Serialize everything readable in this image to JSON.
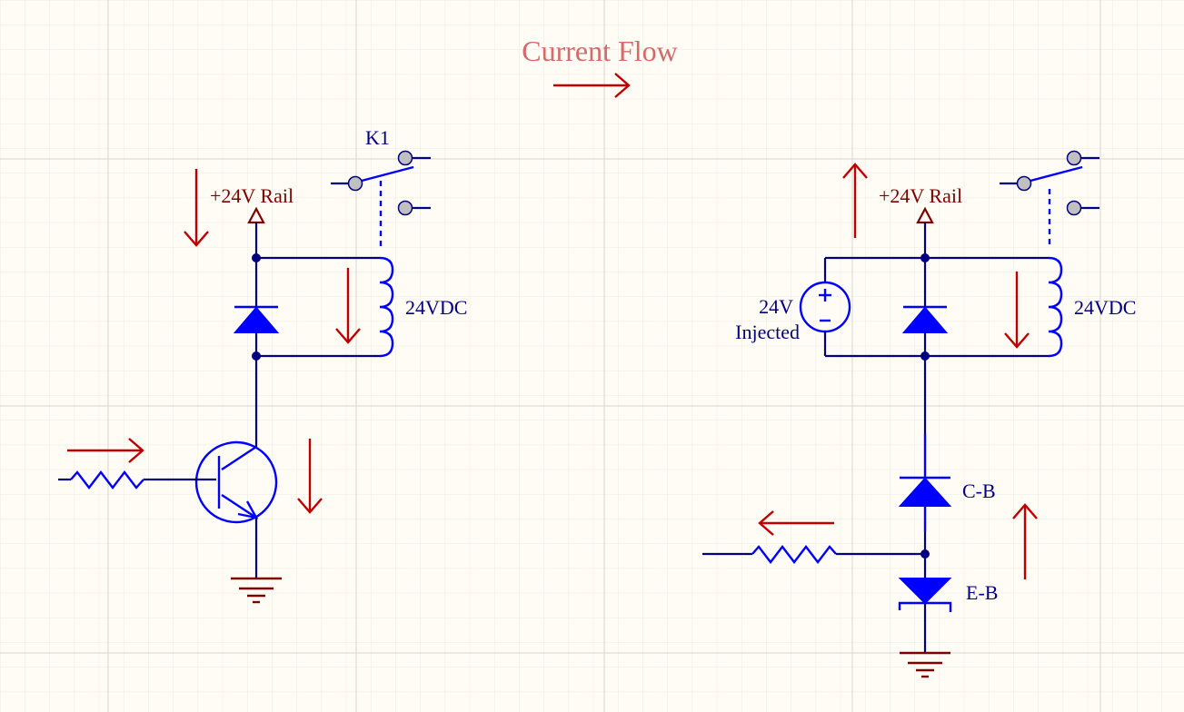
{
  "title": "Current Flow",
  "colors": {
    "wire": "#000080",
    "component": "#0000ff",
    "ground": "#800000",
    "arrow": "#c00000",
    "title": "#d46a6a",
    "background": "#fffcf5",
    "grid_minor": "#eeeae2",
    "grid_major": "#d8d6d0"
  },
  "left_circuit": {
    "relay_label": "K1",
    "rail_label": "+24V Rail",
    "coil_label": "24VDC"
  },
  "right_circuit": {
    "rail_label": "+24V Rail",
    "coil_label": "24VDC",
    "source_label_line1": "24V",
    "source_label_line2": "Injected",
    "cb_label": "C-B",
    "eb_label": "E-B"
  }
}
